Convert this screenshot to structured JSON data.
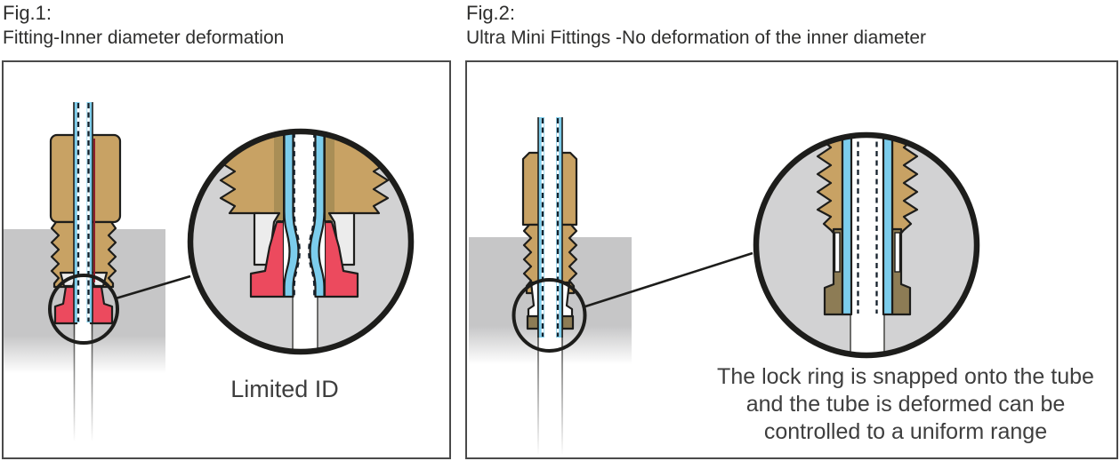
{
  "colors": {
    "fitting_body_tan": "#c8a264",
    "fitting_body_tan_dark": "#a98e56",
    "deformed_ring_red": "#ec4a5e",
    "deformation_line_dark_red": "#8e1e2d",
    "tube_blue": "#7ccdec",
    "outline_dark": "#1d1d1b",
    "dash_navy": "#15212c",
    "lock_ring_brown": "#8d7c55",
    "plate_gray": "#c6c6c7",
    "magnifier_gray": "#d2d2d3",
    "panel_border": "#4a4a4a",
    "text_dark": "#2e2e2d",
    "text_body": "#3e3e3e"
  },
  "fig1": {
    "label": "Fig.1:",
    "title": "Fitting-Inner diameter deformation",
    "caption": "Limited ID"
  },
  "fig2": {
    "label": "Fig.2:",
    "title": "Ultra Mini Fittings -No deformation of the inner diameter",
    "caption_lines": [
      "The lock ring is snapped onto the tube",
      "and the tube is deformed can be",
      "controlled to a uniform range"
    ]
  }
}
